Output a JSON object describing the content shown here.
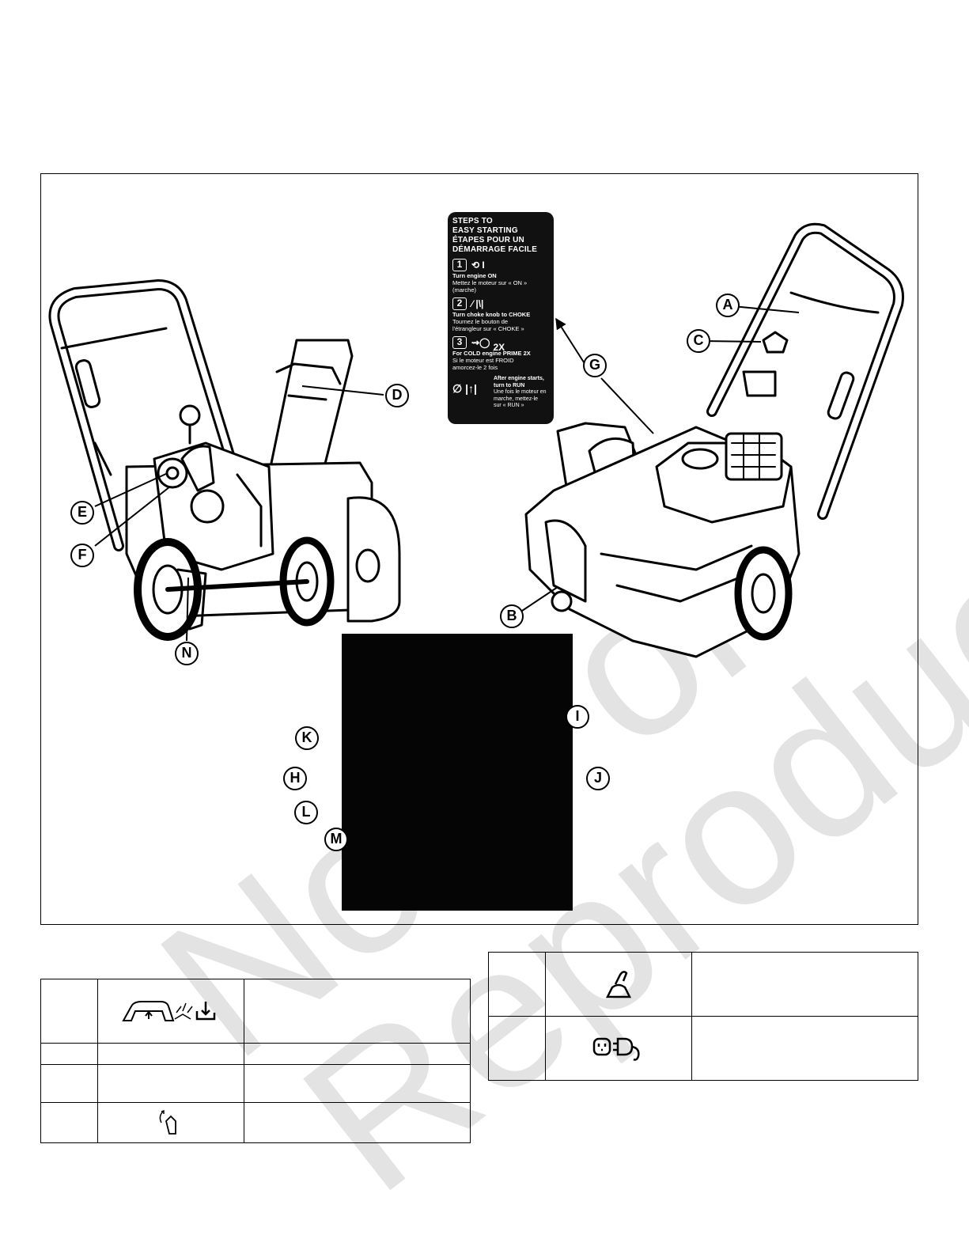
{
  "callouts": {
    "a": "A",
    "b": "B",
    "c": "C",
    "d": "D",
    "e": "E",
    "f": "F",
    "g": "G",
    "h": "H",
    "i": "I",
    "j": "J",
    "k": "K",
    "l": "L",
    "m": "M",
    "n": "N"
  },
  "decal": {
    "title_en_1": "STEPS TO",
    "title_en_2": "EASY STARTING",
    "title_fr_1": "ÉTAPES POUR UN",
    "title_fr_2": "DÉMARRAGE FACILE",
    "step1": {
      "num": "1",
      "en": "Turn engine ON",
      "fr": "Mettez le moteur sur « ON » (marche)"
    },
    "step2": {
      "num": "2",
      "en": "Turn choke knob to CHOKE",
      "fr_1": "Tournez le bouton de",
      "fr_2": "l'étrangleur sur « CHOKE »"
    },
    "step3": {
      "num": "3",
      "mark": "2X",
      "en": "For COLD engine PRIME 2X",
      "fr_1": "Si le moteur est FROID",
      "fr_2": "amorcez-le 2 fois"
    },
    "final": {
      "en_1": "After engine starts,",
      "en_2": "turn to RUN",
      "fr_1": "Une fois le moteur en",
      "fr_2": "marche, mettez-le",
      "fr_3": "sur « RUN »"
    }
  },
  "watermark": {
    "line1": "Not For",
    "line2": "Reproduction"
  },
  "icons": {
    "left_row1": "auger-control-handle-icon",
    "left_row4": "chute-deflector-icon",
    "right_row1": "primer-icon",
    "right_row2": "electric-start-plug-icon"
  }
}
